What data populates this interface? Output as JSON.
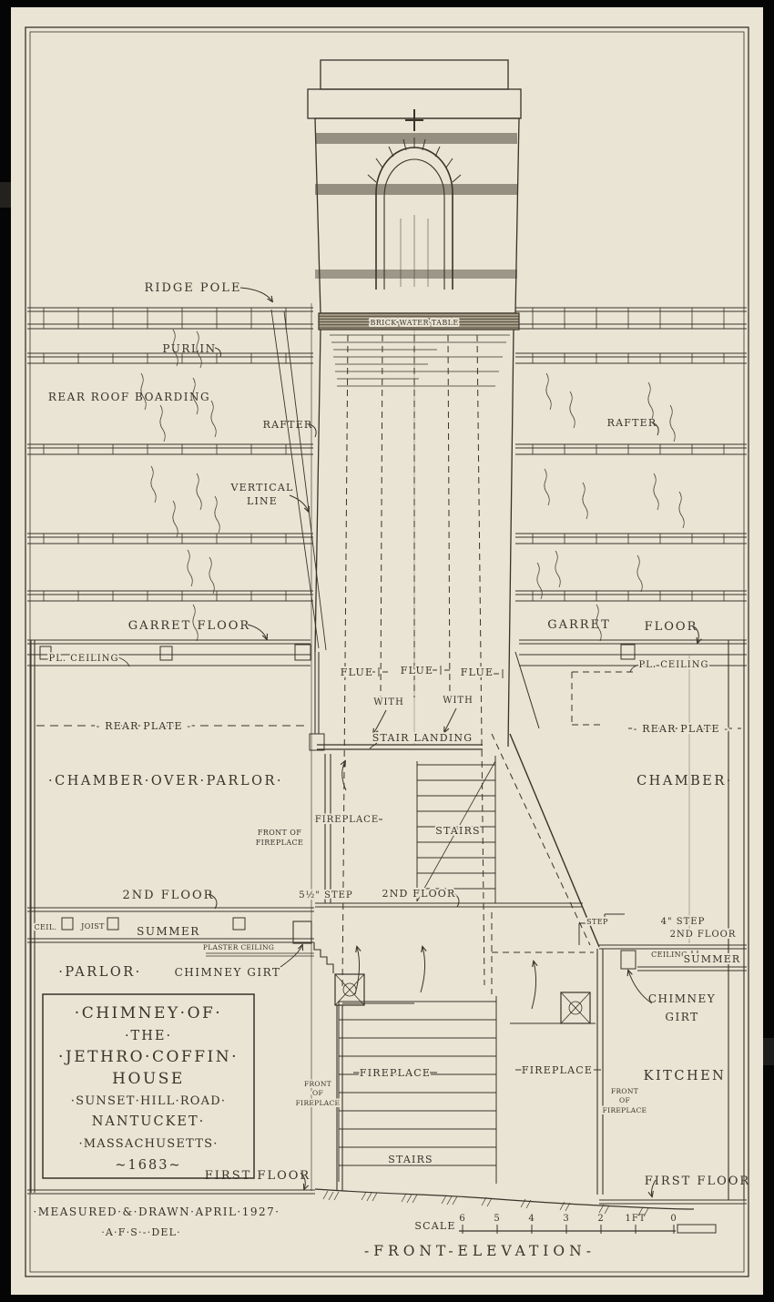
{
  "colors": {
    "paper": "#e9e4d4",
    "ink": "#39332a",
    "scan_black": "#050505"
  },
  "labels": {
    "ridge_pole": "RIDGE POLE",
    "purlin": "PURLIN",
    "rear_roof_boarding": "REAR ROOF BOARDING",
    "rafter_left": "RAFTER",
    "rafter_right": "RAFTER",
    "vertical_line_1": "VERTICAL",
    "vertical_line_2": "LINE",
    "brick_water_table": "BRICK WATER TABLE",
    "garret_floor_left": "GARRET FLOOR",
    "garret_right": "GARRET",
    "floor_right": "FLOOR",
    "pl_ceiling_left": "PL. CEILING",
    "pl_ceiling_right": "PL. CEILING",
    "rear_plate_left": "- REAR PLATE -",
    "rear_plate_right": "- REAR PLATE -",
    "chamber_over_parlor": "·CHAMBER·OVER·PARLOR·",
    "chamber": "CHAMBER·",
    "flue_1": "FLUE",
    "flue_2": "FLUE",
    "flue_3": "FLUE",
    "with_1": "WITH",
    "with_2": "WITH",
    "stair_landing": "STAIR LANDING",
    "fireplace_upper": "FIREPLACE",
    "front_of_fireplace_upper_1": "FRONT OF",
    "front_of_fireplace_upper_2": "FIREPLACE",
    "stairs_upper": "STAIRS",
    "second_floor_left": "2ND FLOOR",
    "step_5half": "5½\" STEP",
    "second_floor_center": "2ND FLOOR",
    "ceil": "CEIL.",
    "joist": "JOIST",
    "summer_left": "SUMMER",
    "plaster_ceiling": "PLASTER CEILING",
    "parlor": "·PARLOR·",
    "chimney_girt_left": "CHIMNEY GIRT",
    "step_right": "STEP",
    "step_4": "4\" STEP",
    "second_floor_right": "2ND FLOOR",
    "ceiling_right": "CEILING",
    "summer_right": "SUMMER",
    "chimney_girt_right_1": "CHIMNEY",
    "chimney_girt_right_2": "GIRT",
    "fireplace_lower_left": "FIREPLACE",
    "fireplace_lower_right": "FIREPLACE",
    "front_of_fireplace_ll_1": "FRONT",
    "front_of_fireplace_ll_2": "OF",
    "front_of_fireplace_ll_3": "FIREPLACE",
    "front_of_fireplace_lr_1": "FRONT",
    "front_of_fireplace_lr_2": "OF",
    "front_of_fireplace_lr_3": "FIREPLACE",
    "kitchen": "KITCHEN",
    "stairs_lower": "STAIRS",
    "first_floor_left": "FIRST FLOOR",
    "first_floor_right": "FIRST FLOOR"
  },
  "title_block": {
    "lines": [
      "·CHIMNEY·OF·",
      "·THE·",
      "·JETHRO·COFFIN·",
      "HOUSE",
      "·SUNSET·HILL·ROAD·",
      "NANTUCKET·",
      "·MASSACHUSETTS·",
      "~1683~"
    ]
  },
  "footer": {
    "credit_line1": "·MEASURED·&·DRAWN·APRIL·1927·",
    "credit_line2": "·A·F·S·-·DEL·",
    "scale_label": "SCALE",
    "scale_ticks": [
      "6",
      "5",
      "4",
      "3",
      "2",
      "1FT",
      "0"
    ],
    "drawing_title": "-FRONT-ELEVATION-"
  }
}
